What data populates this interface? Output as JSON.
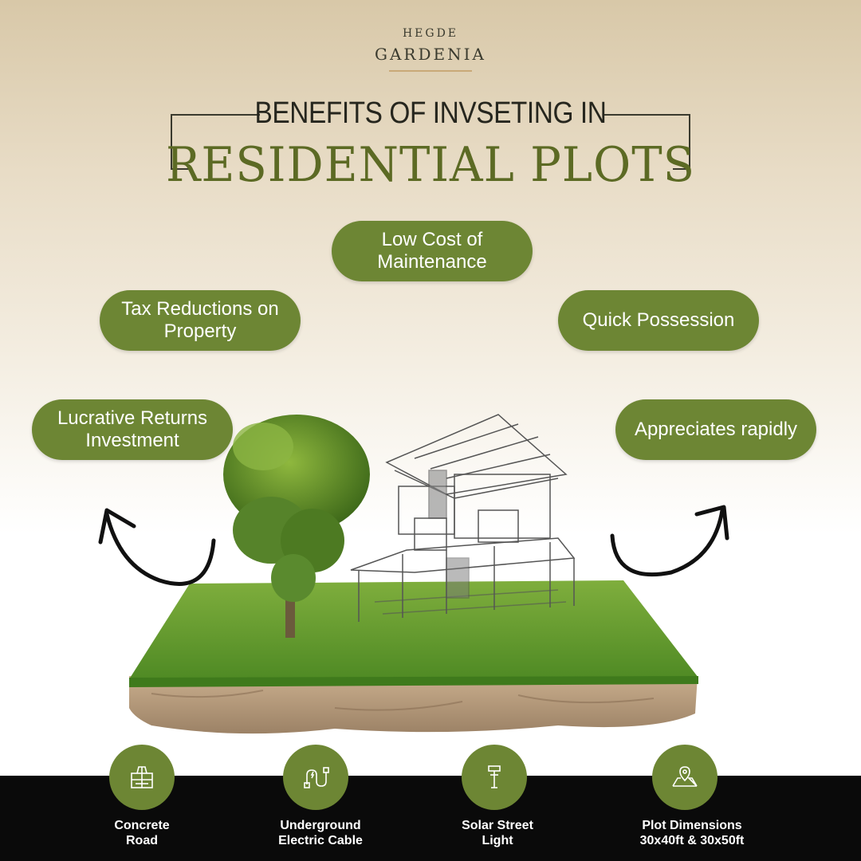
{
  "brand": {
    "top": "HEGDE",
    "main": "GARDENIA"
  },
  "title": {
    "line1": "BENEFITS OF INVSETING IN",
    "line2": "RESIDENTIAL PLOTS"
  },
  "benefits": [
    {
      "line1": "Low Cost of",
      "line2": "Maintenance"
    },
    {
      "line1": "Tax Reductions on",
      "line2": "Property"
    },
    {
      "line1": "Quick Possession",
      "line2": ""
    },
    {
      "line1": "Lucrative Returns",
      "line2": "Investment"
    },
    {
      "line1": "Appreciates rapidly",
      "line2": ""
    }
  ],
  "features": [
    {
      "line1": "Concrete",
      "line2": "Road",
      "icon": "road-icon"
    },
    {
      "line1": "Underground",
      "line2": "Electric Cable",
      "icon": "cable-icon"
    },
    {
      "line1": "Solar Street",
      "line2": "Light",
      "icon": "street-light-icon"
    },
    {
      "line1": "Plot Dimensions",
      "line2": "30x40ft & 30x50ft",
      "icon": "plot-location-icon"
    }
  ],
  "colors": {
    "accent": "#6d8634",
    "title_green": "#5c6a24",
    "footer": "#0a0a0a",
    "gold": "#c9a978"
  }
}
